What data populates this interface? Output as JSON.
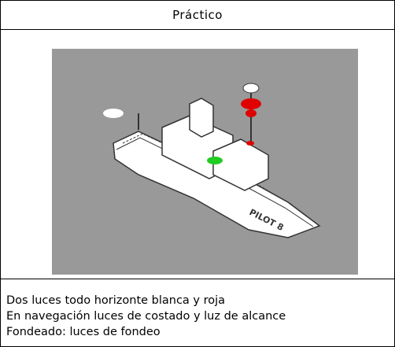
{
  "card": {
    "title": "Práctico",
    "image": {
      "hull_text": "PILOT 8",
      "colors": {
        "background": "#999999",
        "hull": "#ffffff",
        "lines": "#333333",
        "red_light": "#e00000",
        "white_light": "#ffffff",
        "green_light": "#22cc22"
      }
    },
    "description": [
      "Dos luces todo horizonte blanca y roja",
      "En navegación luces de costado y luz de alcance",
      "Fondeado: luces de fondeo"
    ]
  }
}
